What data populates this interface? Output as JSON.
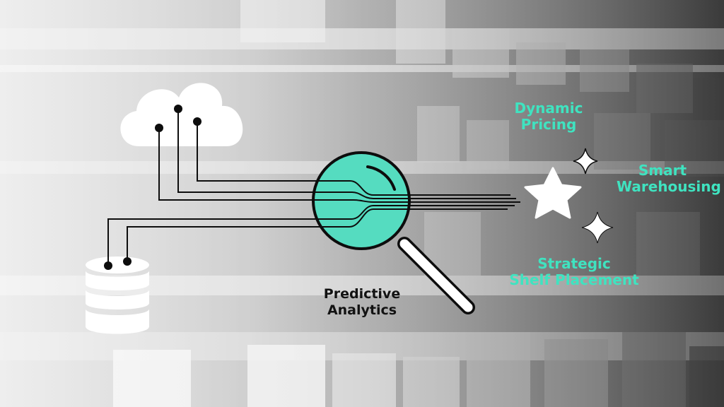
{
  "colors": {
    "accent": "#3fe3c0",
    "icon_fill": "#ffffff",
    "line": "#0d0d0d",
    "label_dark": "#121212"
  },
  "icons": {
    "source_1": "cloud-icon",
    "source_2": "database-icon",
    "analyzer": "magnifying-glass-icon",
    "result_1": "large-star-icon",
    "result_2": "sparkle-icon"
  },
  "labels": {
    "predictive_analytics": [
      "Predictive",
      "Analytics"
    ],
    "dynamic_pricing": [
      "Dynamic",
      "Pricing"
    ],
    "smart_warehousing": [
      "Smart",
      "Warehousing"
    ],
    "strategic_shelf_placement": [
      "Strategic",
      "Shelf Placement"
    ]
  }
}
